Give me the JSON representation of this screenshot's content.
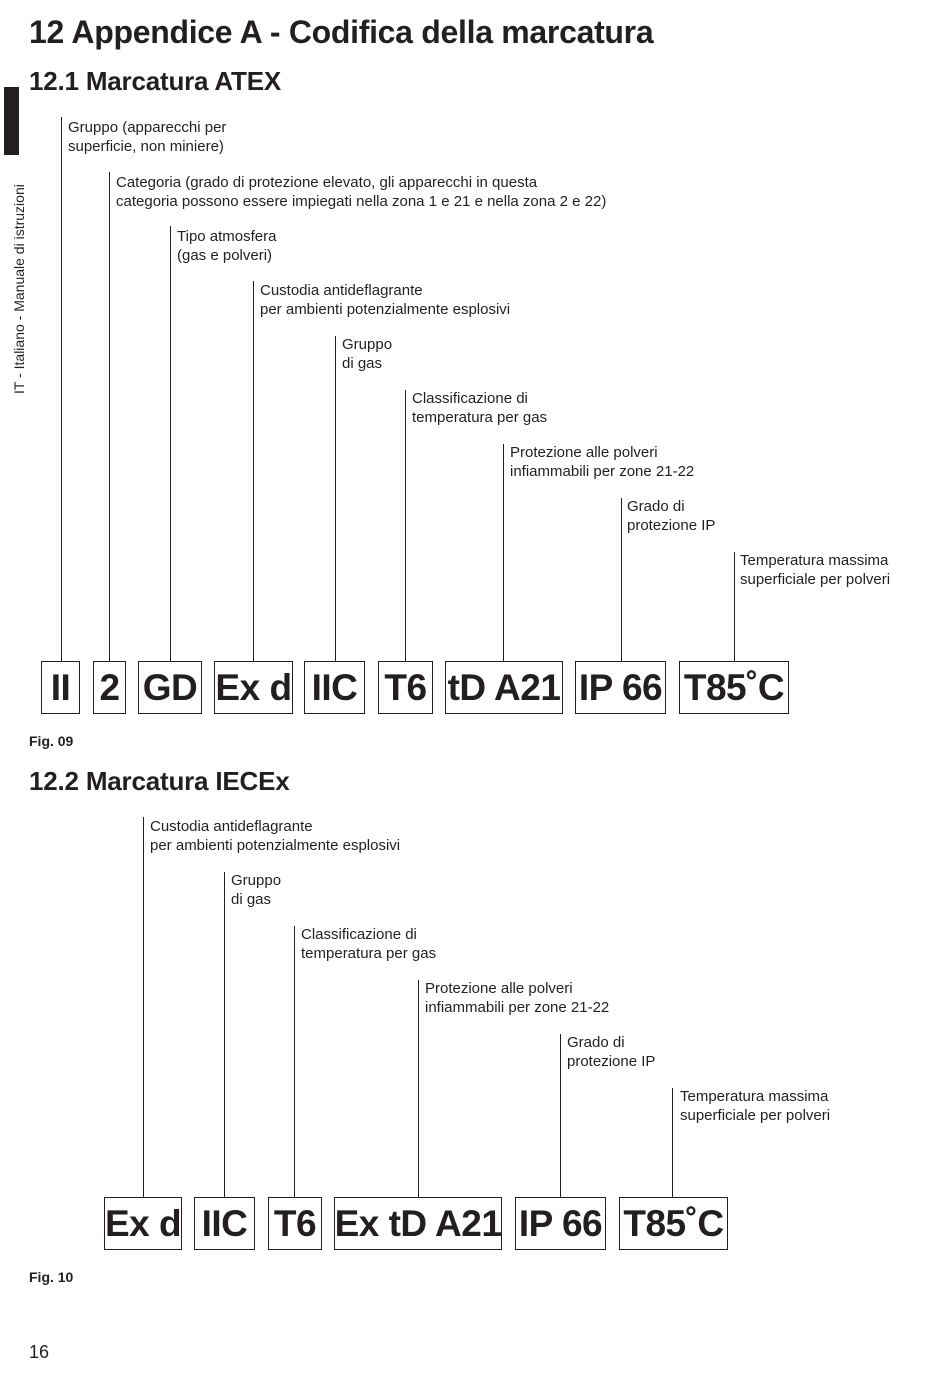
{
  "page": {
    "chapter_title": "12  Appendice A - Codifica della marcatura",
    "side_label": "IT - Italiano - Manuale di istruzioni",
    "page_number": "16"
  },
  "atex": {
    "section_title": "12.1  Marcatura ATEX",
    "figure_label": "Fig. 09",
    "labels": [
      {
        "line1": "Gruppo (apparecchi per",
        "line2": "superficie, non miniere)"
      },
      {
        "line1": "Categoria (grado di protezione elevato, gli apparecchi in questa",
        "line2": "categoria possono essere impiegati nella zona 1 e 21 e nella zona 2 e 22)"
      },
      {
        "line1": "Tipo atmosfera",
        "line2": "(gas e polveri)"
      },
      {
        "line1": "Custodia antideflagrante",
        "line2": "per ambienti potenzialmente esplosivi"
      },
      {
        "line1": "Gruppo",
        "line2": "di gas"
      },
      {
        "line1": "Classificazione di",
        "line2": "temperatura per gas"
      },
      {
        "line1": "Protezione alle polveri",
        "line2": "infiammabili per zone 21-22"
      },
      {
        "line1": "Grado di",
        "line2": "protezione IP"
      },
      {
        "line1": "Temperatura massima",
        "line2": "superficiale per polveri"
      }
    ],
    "codes": [
      "II",
      "2",
      "GD",
      "Ex d",
      "IIC",
      "T6",
      "tD A21",
      "IP 66",
      "T85˚C"
    ]
  },
  "iecex": {
    "section_title": "12.2  Marcatura IECEx",
    "figure_label": "Fig. 10",
    "labels": [
      {
        "line1": "Custodia antideflagrante",
        "line2": "per ambienti potenzialmente esplosivi"
      },
      {
        "line1": "Gruppo",
        "line2": "di gas"
      },
      {
        "line1": "Classificazione di",
        "line2": "temperatura per gas"
      },
      {
        "line1": "Protezione alle polveri",
        "line2": "infiammabili per zone 21-22"
      },
      {
        "line1": "Grado di",
        "line2": "protezione IP"
      },
      {
        "line1": "Temperatura massima",
        "line2": "superficiale per polveri"
      }
    ],
    "codes": [
      "Ex d",
      "IIC",
      "T6",
      "Ex tD A21",
      "IP 66",
      "T85˚C"
    ]
  }
}
